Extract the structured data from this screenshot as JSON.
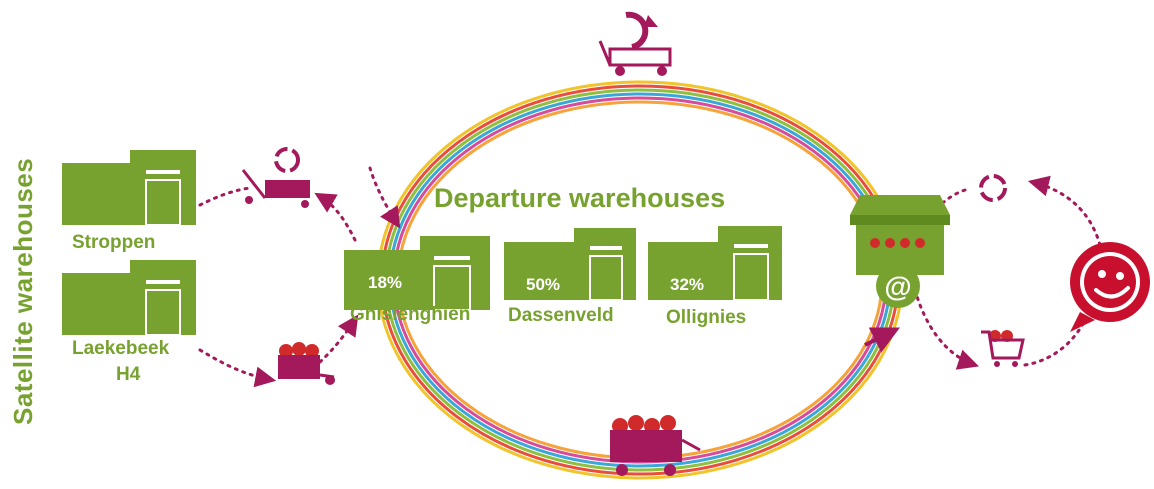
{
  "title": "Departure warehouses",
  "side_label": "Satellite warehouses",
  "satellite_warehouses": [
    {
      "name": "Stroppen"
    },
    {
      "name_line1": "Laekebeek",
      "name_line2": "H4"
    }
  ],
  "departure_warehouses": [
    {
      "name": "Ghislenghien",
      "share": "18%"
    },
    {
      "name": "Dassenveld",
      "share": "50%"
    },
    {
      "name": "Ollignies",
      "share": "32%"
    }
  ],
  "icons": [
    "recycle-icon",
    "cart-icon",
    "tomato-crate-icon",
    "shop-icon",
    "at-icon",
    "smiley-speech-icon"
  ],
  "colors": {
    "green": "#78a22f",
    "magenta": "#a3195b",
    "red": "#c8102e"
  }
}
